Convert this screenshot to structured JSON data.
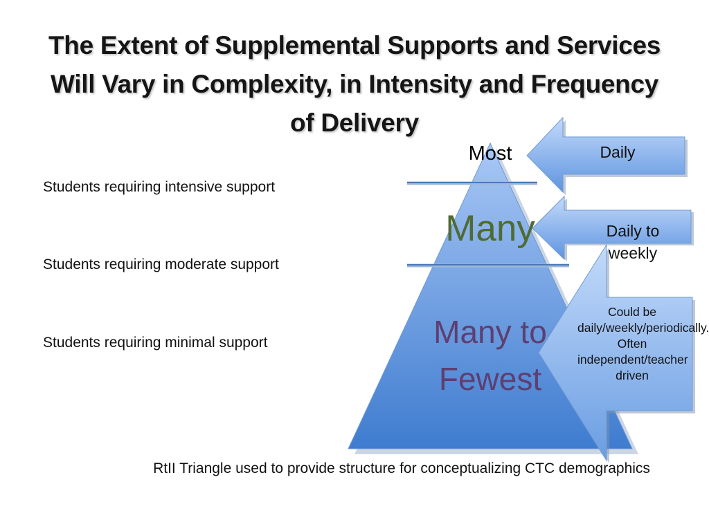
{
  "title": "The Extent of Supplemental Supports and Services Will Vary in Complexity, in Intensity and Frequency of Delivery",
  "levels": [
    "Students requiring intensive support",
    "Students requiring moderate support",
    "Students requiring minimal support"
  ],
  "triangle": {
    "top_label": "Most",
    "middle_label": "Many",
    "bottom_label": "Many to Fewest"
  },
  "arrows": {
    "top": "Daily",
    "middle": "Daily to weekly",
    "bottom": "Could be daily/weekly/periodically.  Often independent/teacher driven"
  },
  "caption": "RtII Triangle used  to provide  structure for conceptualizing CTC demographics",
  "colors": {
    "triangle_top": "#a9c8f6",
    "triangle_bottom": "#3f7ccf",
    "arrow_light": "#bcd5f8",
    "arrow_dark": "#5e94e0",
    "divider": "#4a79b5",
    "many_text": "#4f6b34",
    "fewest_text": "#5d3f71"
  }
}
